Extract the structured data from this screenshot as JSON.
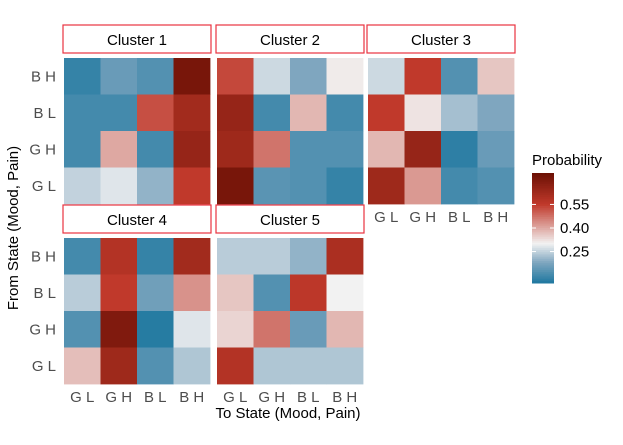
{
  "chart_data": {
    "type": "heatmap",
    "title": "",
    "xlabel": "To State (Mood, Pain)",
    "ylabel": "From State (Mood, Pain)",
    "row_labels": [
      "B H",
      "B L",
      "G H",
      "G L"
    ],
    "col_labels": [
      "G L",
      "G H",
      "B L",
      "B H"
    ],
    "legend": {
      "title": "Probability",
      "ticks": [
        "0.55",
        "0.40",
        "0.25"
      ],
      "tick_values": [
        0.55,
        0.4,
        0.25
      ],
      "range": [
        0.05,
        0.75
      ],
      "placement": "right"
    },
    "colors": {
      "low": "#1f78a0",
      "mid_low": "#7fa6bf",
      "mid": "#f2f2f2",
      "mid_high": "#c0392b",
      "high": "#6b1004",
      "panel_border": "#e8333f"
    },
    "panels": [
      {
        "name": "Cluster 1",
        "values": [
          [
            0.08,
            0.15,
            0.12,
            0.72
          ],
          [
            0.1,
            0.1,
            0.52,
            0.62
          ],
          [
            0.1,
            0.4,
            0.1,
            0.65
          ],
          [
            0.25,
            0.28,
            0.2,
            0.55
          ]
        ]
      },
      {
        "name": "Cluster 2",
        "values": [
          [
            0.53,
            0.26,
            0.18,
            0.31
          ],
          [
            0.65,
            0.1,
            0.38,
            0.1
          ],
          [
            0.63,
            0.47,
            0.12,
            0.12
          ],
          [
            0.72,
            0.13,
            0.12,
            0.08
          ]
        ]
      },
      {
        "name": "Cluster 3",
        "values": [
          [
            0.26,
            0.55,
            0.12,
            0.36
          ],
          [
            0.55,
            0.32,
            0.22,
            0.18
          ],
          [
            0.38,
            0.65,
            0.07,
            0.15
          ],
          [
            0.63,
            0.42,
            0.1,
            0.12
          ]
        ]
      },
      {
        "name": "Cluster 4",
        "values": [
          [
            0.1,
            0.58,
            0.08,
            0.62
          ],
          [
            0.24,
            0.55,
            0.16,
            0.43
          ],
          [
            0.12,
            0.7,
            0.06,
            0.28
          ],
          [
            0.37,
            0.63,
            0.12,
            0.23
          ]
        ]
      },
      {
        "name": "Cluster 5",
        "values": [
          [
            0.24,
            0.24,
            0.2,
            0.6
          ],
          [
            0.36,
            0.12,
            0.56,
            0.3
          ],
          [
            0.34,
            0.47,
            0.15,
            0.38
          ],
          [
            0.58,
            0.23,
            0.23,
            0.23
          ]
        ]
      }
    ]
  }
}
